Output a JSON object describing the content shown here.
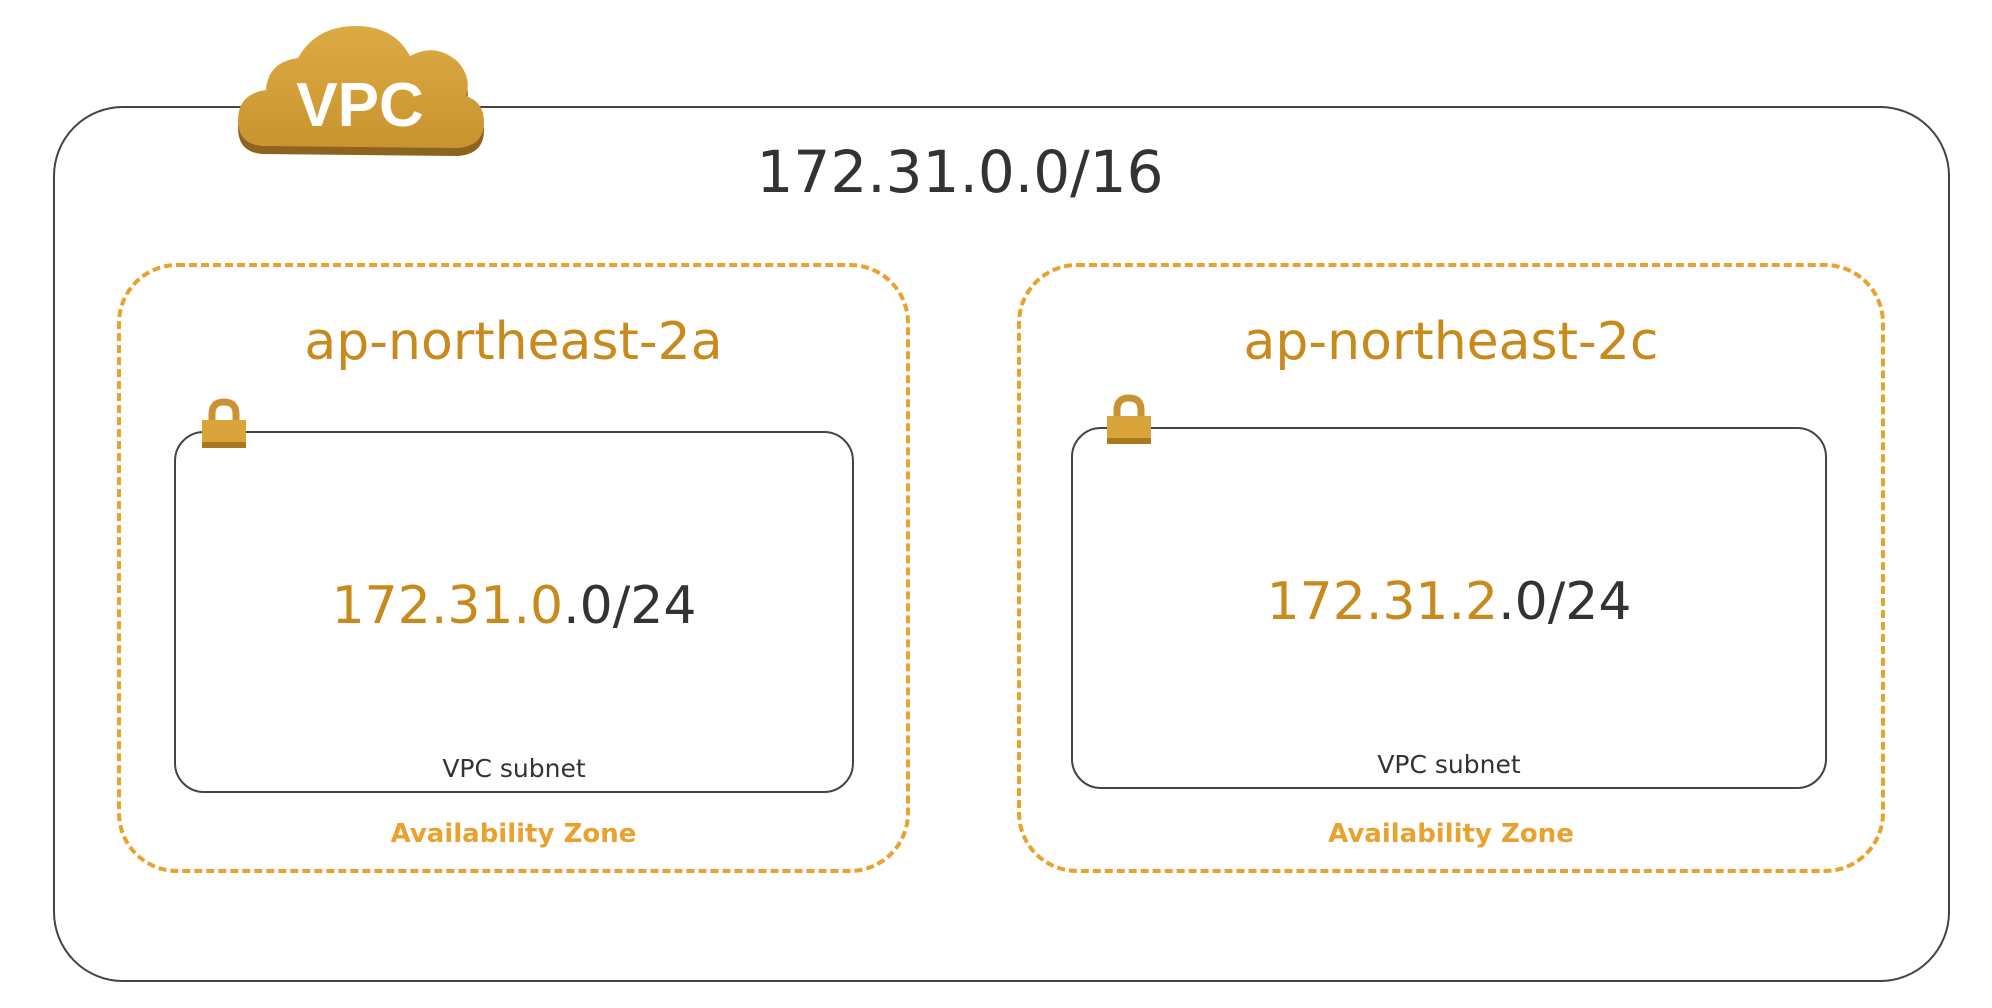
{
  "vpc": {
    "badge": "VPC",
    "cidr": "172.31.0.0/16"
  },
  "zones": [
    {
      "name": "ap-northeast-2a",
      "label": "Availability Zone",
      "subnet": {
        "cidr_network": "172.31.0",
        "cidr_rest": ".0/24",
        "label": "VPC subnet"
      }
    },
    {
      "name": "ap-northeast-2c",
      "label": "Availability Zone",
      "subnet": {
        "cidr_network": "172.31.2",
        "cidr_rest": ".0/24",
        "label": "VPC subnet"
      }
    }
  ],
  "colors": {
    "accent_orange": "#e9a12f",
    "text_gold": "#c88a1c",
    "cloud_gold": "#d9a43a",
    "outline": "#444444"
  },
  "icons": {
    "vpc": "cloud-icon",
    "subnet": "lock-icon"
  }
}
